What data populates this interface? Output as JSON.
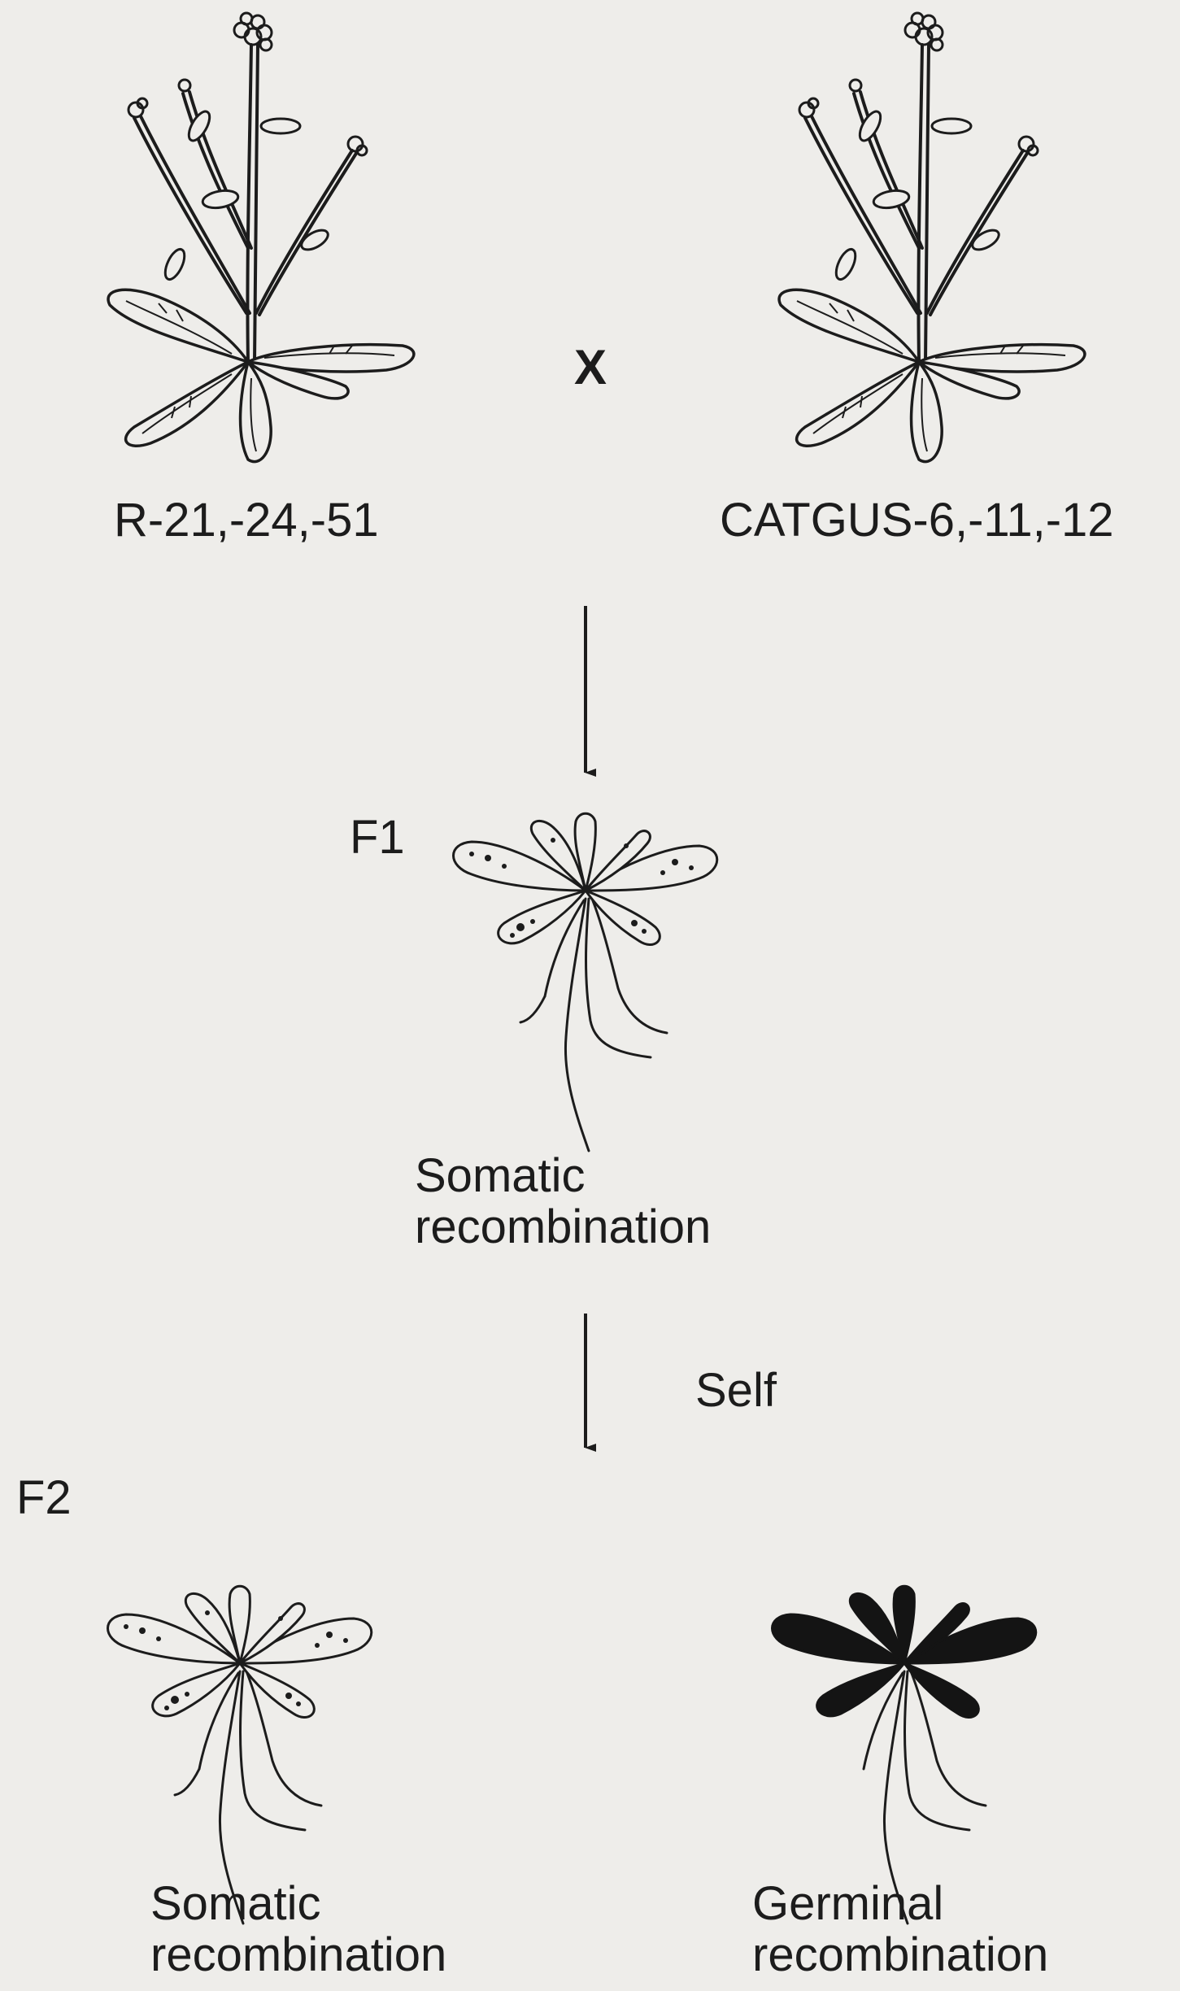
{
  "parents": {
    "left_label": "R-21,-24,-51",
    "right_label": "CATGUS-6,-11,-12",
    "cross_symbol": "X"
  },
  "f1": {
    "label": "F1",
    "caption_line1": "Somatic",
    "caption_line2": "recombination"
  },
  "self_label": "Self",
  "f2": {
    "label": "F2",
    "left_caption_line1": "Somatic",
    "left_caption_line2": "recombination",
    "right_caption_line1": "Germinal",
    "right_caption_line2": "recombination"
  },
  "colors": {
    "background": "#eeedea",
    "ink": "#1c1c1c",
    "gus_stain": "#141414"
  }
}
